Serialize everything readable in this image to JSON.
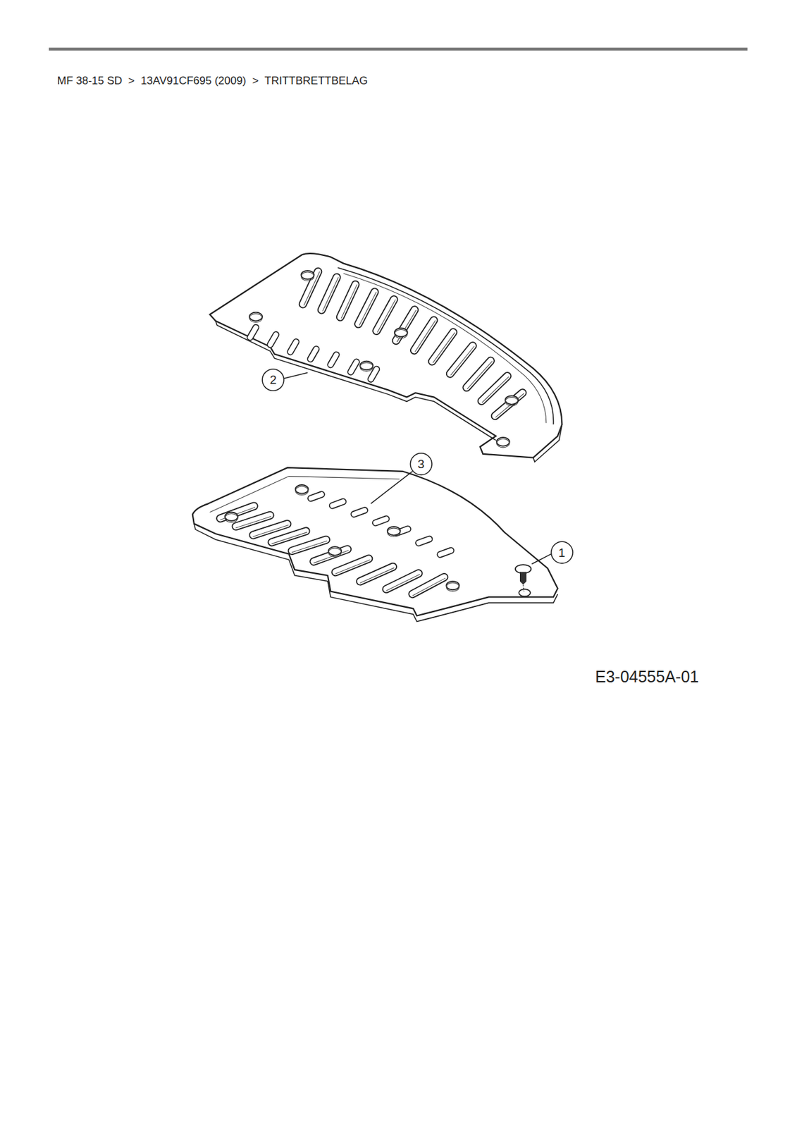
{
  "diagram": {
    "title": "MF 38-15 SD  >  13AV91CF695 (2009)  >  TRITTBRETTBELAG",
    "labels": [
      "2",
      "3",
      "1",
      "E3-04555A-01"
    ]
  }
}
